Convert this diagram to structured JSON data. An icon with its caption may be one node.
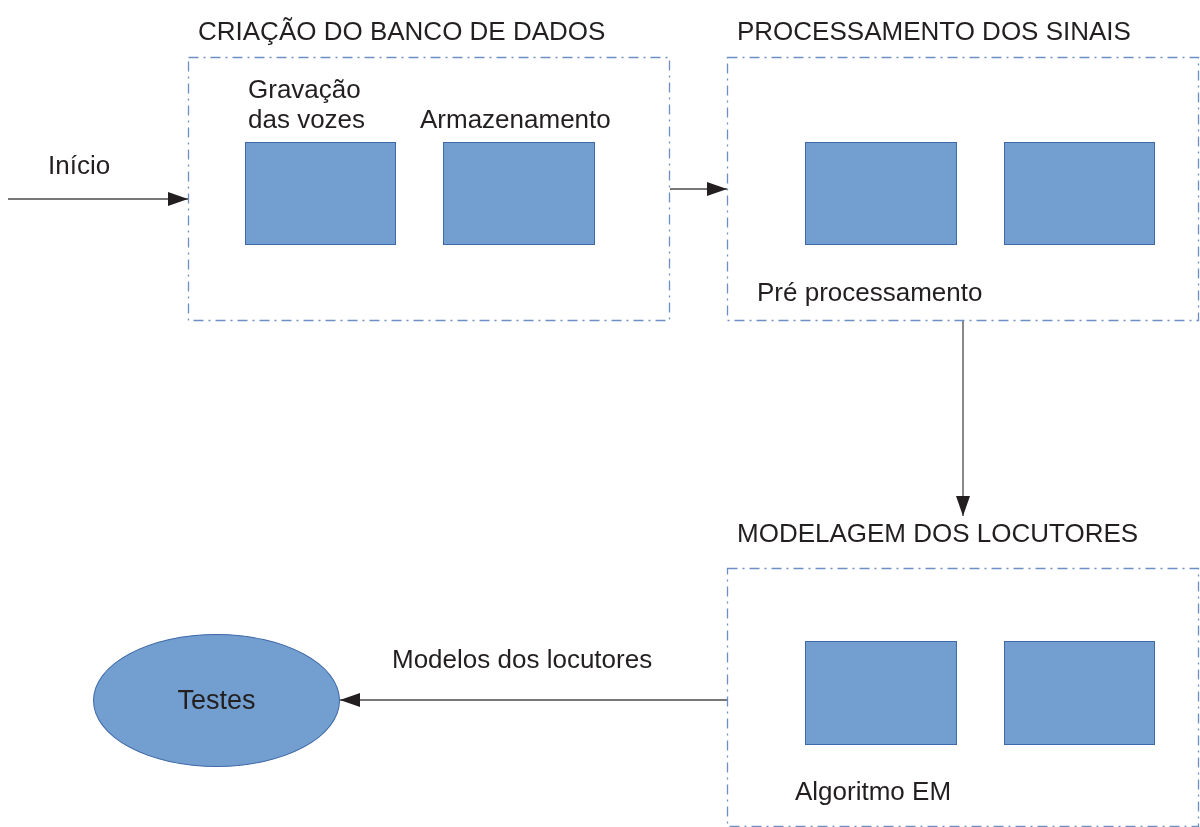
{
  "diagram": {
    "nodes": [
      {
        "text": [
          "CRIAÇÃO DO BANCO DE DADOS"
        ]
      },
      {
        "text": [
          "Gravação das vozes"
        ],
        "in": 0
      },
      {
        "text": [
          "Armazenamento"
        ],
        "in": 0
      },
      {
        "text": [
          "PROCESSAMENTO DOS SINAIS",
          "Pré processamento"
        ]
      },
      {
        "text": [],
        "shape": "box",
        "in": 3
      },
      {
        "text": [],
        "shape": "box",
        "in": 3
      },
      {
        "text": [
          "MODELAGEM DOS LOCUTORES",
          "Algoritmo EM"
        ]
      },
      {
        "text": [],
        "shape": "box",
        "in": 6
      },
      {
        "text": [],
        "shape": "box",
        "in": 6
      },
      {
        "text": [
          "Testes"
        ]
      }
    ],
    "edges": [
      {
        "from": null,
        "to": 0,
        "label": "Início",
        "arrow": "to"
      },
      {
        "from": 0,
        "to": 3,
        "arrow": "to"
      },
      {
        "from": 3,
        "to": 6,
        "arrow": "to"
      },
      {
        "from": 6,
        "to": 9,
        "label": "Modelos dos locutores",
        "arrow": "to"
      }
    ]
  }
}
